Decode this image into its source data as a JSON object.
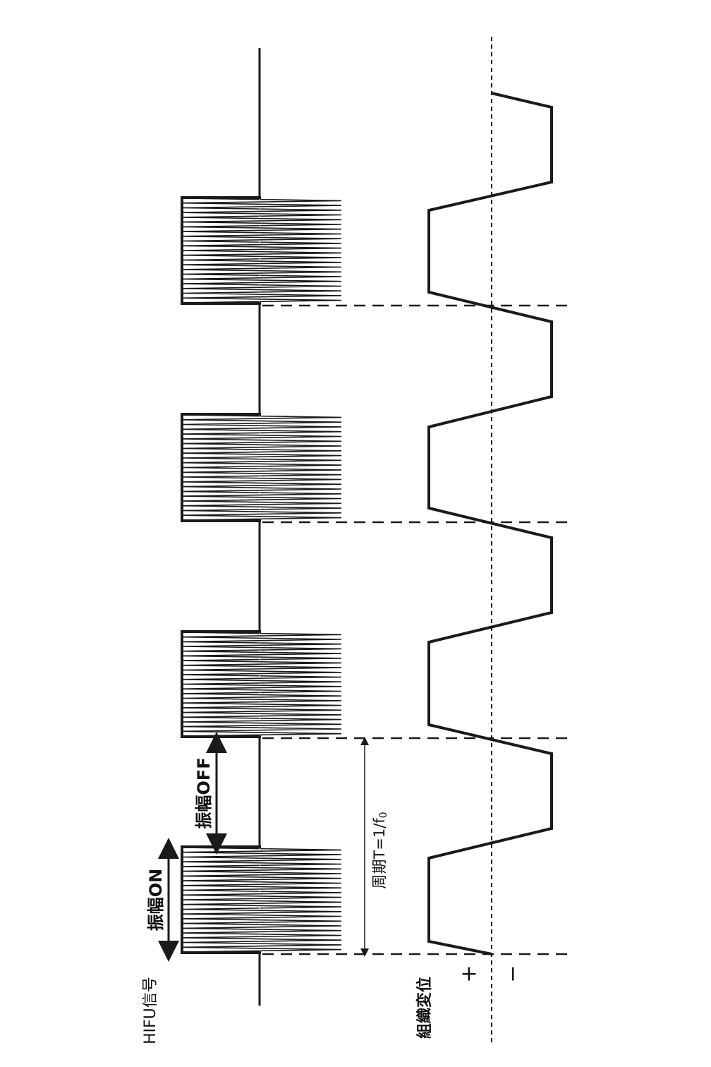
{
  "labels": {
    "hifu_signal": "HIFU信号",
    "amplitude_on": "振幅ON",
    "amplitude_off": "振幅OFF",
    "period": "周期T=1/f",
    "period_subscript": "0",
    "tissue_displacement": "組織変位",
    "plus": "+",
    "minus": "−"
  },
  "diagram": {
    "bursts": 4,
    "displacement_cycles": 4
  },
  "colors": {
    "line": "#1a1a1a",
    "background": "#ffffff"
  }
}
